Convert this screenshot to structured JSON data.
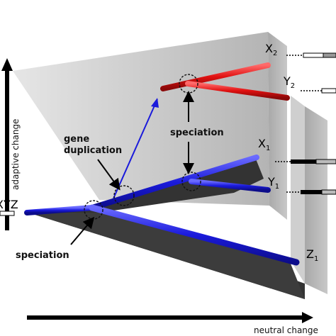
{
  "axes": {
    "vertical_label": "adaptive change",
    "horizontal_label": "neutral change"
  },
  "nodes": {
    "x2": {
      "letter": "X",
      "index": "2"
    },
    "y2": {
      "letter": "Y",
      "index": "2"
    },
    "x1": {
      "letter": "X",
      "index": "1"
    },
    "y1": {
      "letter": "Y",
      "index": "1"
    },
    "z1": {
      "letter": "Z",
      "index": "1"
    },
    "root": "XYZ"
  },
  "annotations": {
    "gene_duplication_line1": "gene",
    "gene_duplication_line2": "duplication",
    "speciation_upper": "speciation",
    "speciation_lower": "speciation"
  },
  "colors": {
    "red_branch": "#e01010",
    "blue_branch": "#1a1adb",
    "panel_grey": "#bdbdbd",
    "shadow_grey": "#3a3a3a"
  }
}
